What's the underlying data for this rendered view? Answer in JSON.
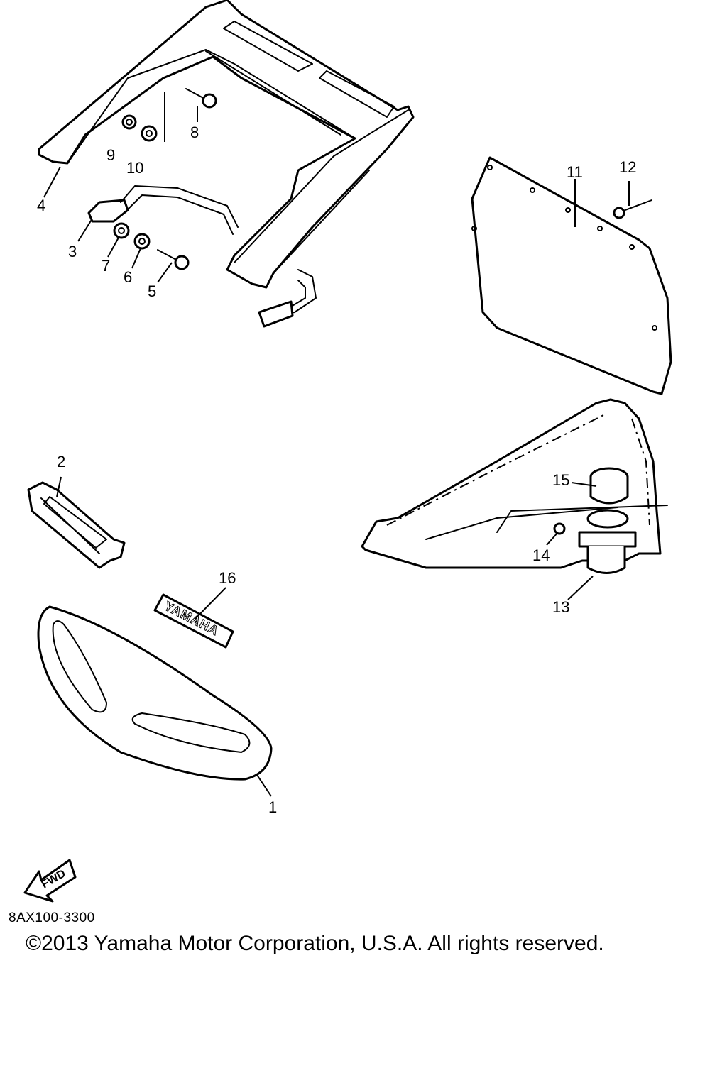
{
  "callouts": {
    "c1": "1",
    "c2": "2",
    "c3": "3",
    "c4": "4",
    "c5": "5",
    "c6": "6",
    "c7": "7",
    "c8": "8",
    "c9": "9",
    "c10": "10",
    "c11": "11",
    "c12": "12",
    "c13": "13",
    "c14": "14",
    "c15": "15",
    "c16": "16"
  },
  "decal_text": "YAMAHA",
  "fwd_label": "FWD",
  "diagram_code": "8AX100-3300",
  "copyright": "©2013 Yamaha Motor Corporation, U.S.A. All rights reserved."
}
